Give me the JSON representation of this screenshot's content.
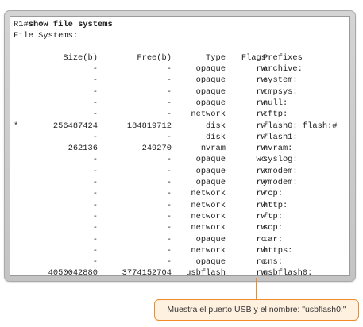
{
  "terminal": {
    "prompt": "R1#",
    "command": "show file systems",
    "heading": "File Systems:",
    "columns": {
      "size": "Size(b)",
      "free": "Free(b)",
      "type": "Type",
      "flags": "Flags",
      "prefixes": "Prefixes"
    },
    "rows": [
      {
        "mark": "",
        "size": "-",
        "free": "-",
        "type": "opaque",
        "flags": "rw",
        "prefixes": "archive:"
      },
      {
        "mark": "",
        "size": "-",
        "free": "-",
        "type": "opaque",
        "flags": "rw",
        "prefixes": "system:"
      },
      {
        "mark": "",
        "size": "-",
        "free": "-",
        "type": "opaque",
        "flags": "rw",
        "prefixes": "tmpsys:"
      },
      {
        "mark": "",
        "size": "-",
        "free": "-",
        "type": "opaque",
        "flags": "rw",
        "prefixes": "null:"
      },
      {
        "mark": "",
        "size": "-",
        "free": "-",
        "type": "network",
        "flags": "rw",
        "prefixes": "tftp:"
      },
      {
        "mark": "*",
        "size": "256487424",
        "free": "184819712",
        "type": "disk",
        "flags": "rw",
        "prefixes": "flash0: flash:#"
      },
      {
        "mark": "",
        "size": "-",
        "free": "-",
        "type": "disk",
        "flags": "rw",
        "prefixes": "flash1:"
      },
      {
        "mark": "",
        "size": "262136",
        "free": "249270",
        "type": "nvram",
        "flags": "rw",
        "prefixes": "nvram:"
      },
      {
        "mark": "",
        "size": "-",
        "free": "-",
        "type": "opaque",
        "flags": "wo",
        "prefixes": "syslog:"
      },
      {
        "mark": "",
        "size": "-",
        "free": "-",
        "type": "opaque",
        "flags": "rw",
        "prefixes": "xmodem:"
      },
      {
        "mark": "",
        "size": "-",
        "free": "-",
        "type": "opaque",
        "flags": "rw",
        "prefixes": "ymodem:"
      },
      {
        "mark": "",
        "size": "-",
        "free": "-",
        "type": "network",
        "flags": "rw",
        "prefixes": "rcp:"
      },
      {
        "mark": "",
        "size": "-",
        "free": "-",
        "type": "network",
        "flags": "rw",
        "prefixes": "http:"
      },
      {
        "mark": "",
        "size": "-",
        "free": "-",
        "type": "network",
        "flags": "rw",
        "prefixes": "ftp:"
      },
      {
        "mark": "",
        "size": "-",
        "free": "-",
        "type": "network",
        "flags": "rw",
        "prefixes": "scp:"
      },
      {
        "mark": "",
        "size": "-",
        "free": "-",
        "type": "opaque",
        "flags": "ro",
        "prefixes": "tar:"
      },
      {
        "mark": "",
        "size": "-",
        "free": "-",
        "type": "network",
        "flags": "rw",
        "prefixes": "https:"
      },
      {
        "mark": "",
        "size": "-",
        "free": "-",
        "type": "opaque",
        "flags": "ro",
        "prefixes": "cns:"
      },
      {
        "mark": "",
        "size": "4050042880",
        "free": "3774152704",
        "type": "usbflash",
        "flags": "rw",
        "prefixes": "usbflash0:"
      }
    ]
  },
  "callout": {
    "text": "Muestra el puerto USB y el nombre: \"usbflash0:\""
  },
  "colors": {
    "callout_accent": "#f28a25",
    "callout_fill": "#fff1e0",
    "frame": "#c8c8c8"
  }
}
